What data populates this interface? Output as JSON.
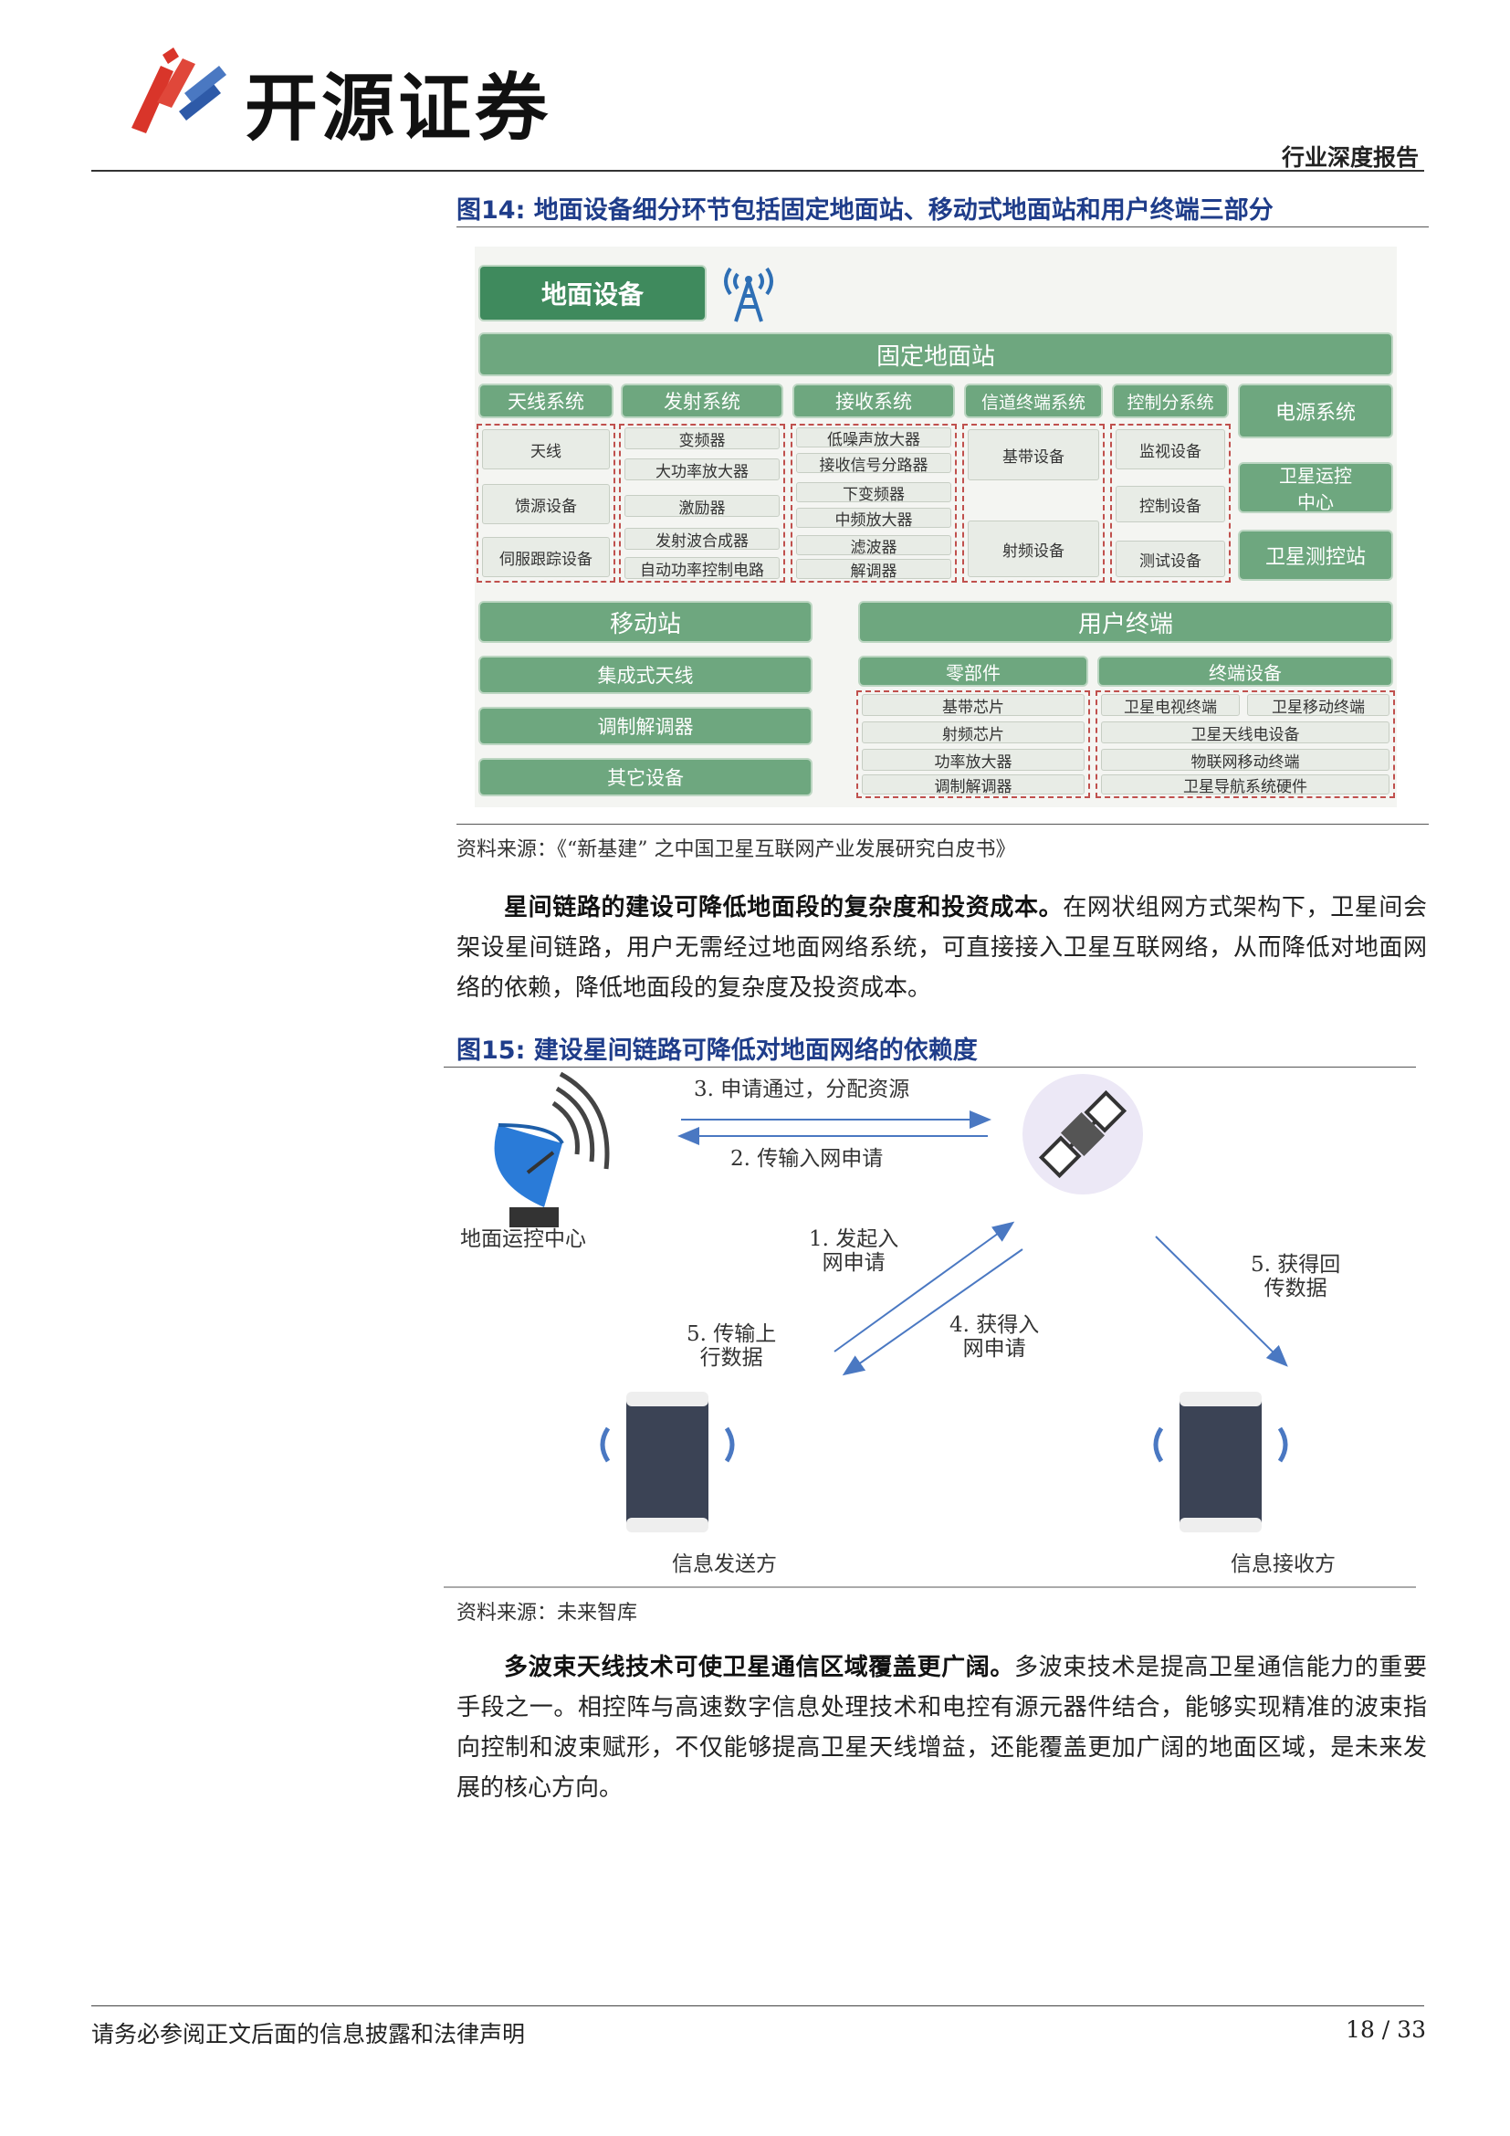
{
  "header": {
    "brand": "开源证券",
    "report_type": "行业深度报告"
  },
  "figure14": {
    "title": "图14:  地面设备细分环节包括固定地面站、移动式地面站和用户终端三部分",
    "root": "地面设备",
    "fixed_station": "固定地面站",
    "columns": [
      {
        "header": "天线系统",
        "items": [
          "天线",
          "馈源设备",
          "伺服跟踪设备"
        ]
      },
      {
        "header": "发射系统",
        "items": [
          "变频器",
          "大功率放大器",
          "激励器",
          "发射波合成器",
          "自动功率控制电路"
        ]
      },
      {
        "header": "接收系统",
        "items": [
          "低噪声放大器",
          "接收信号分路器",
          "下变频器",
          "中频放大器",
          "滤波器",
          "解调器"
        ]
      },
      {
        "header": "信道终端系统",
        "items": [
          "基带设备",
          "射频设备"
        ]
      },
      {
        "header": "控制分系统",
        "items": [
          "监视设备",
          "控制设备",
          "测试设备"
        ]
      }
    ],
    "right_column": [
      "电源系统",
      "卫星运控中心",
      "卫星测控站"
    ],
    "mobile_station": {
      "header": "移动站",
      "items": [
        "集成式天线",
        "调制解调器",
        "其它设备"
      ]
    },
    "user_terminal": {
      "header": "用户终端",
      "parts": {
        "header": "零部件",
        "items": [
          "基带芯片",
          "射频芯片",
          "功率放大器",
          "调制解调器"
        ]
      },
      "terminals": {
        "header": "终端设备",
        "items": [
          "卫星电视终端",
          "卫星移动终端",
          "卫星天线电设备",
          "物联网移动终端",
          "卫星导航系统硬件"
        ]
      }
    },
    "source": "资料来源：《“新基建” 之中国卫星互联网产业发展研究白皮书》"
  },
  "para1": {
    "bold": "星间链路的建设可降低地面段的复杂度和投资成本。",
    "text": "在网状组网方式架构下，卫星间会架设星间链路，用户无需经过地面网络系统，可直接接入卫星互联网络，从而降低对地面网络的依赖，降低地面段的复杂度及投资成本。"
  },
  "figure15": {
    "title": "图15:  建设星间链路可降低对地面网络的依赖度",
    "step3": "3. 申请通过，分配资源",
    "step2": "2. 传输入网申请",
    "ground_center": "地面运控中心",
    "step1_a": "1. 发起入",
    "step1_b": "网申请",
    "step4_a": "4. 获得入",
    "step4_b": "网申请",
    "step5u_a": "5. 传输上",
    "step5u_b": "行数据",
    "step5d_a": "5. 获得回",
    "step5d_b": "传数据",
    "sender": "信息发送方",
    "receiver": "信息接收方",
    "source": "资料来源：未来智库"
  },
  "para2": {
    "bold": "多波束天线技术可使卫星通信区域覆盖更广阔。",
    "text": "多波束技术是提高卫星通信能力的重要手段之一。相控阵与高速数字信息处理技术和电控有源元器件结合，能够实现精准的波束指向控制和波束赋形，不仅能够提高卫星天线增益，还能覆盖更加广阔的地面区域，是未来发展的核心方向。"
  },
  "footer": {
    "disclaimer": "请务必参阅正文后面的信息披露和法律声明",
    "page": "18 / 33"
  },
  "colors": {
    "title_blue": "#1f3d8a",
    "logo_red": "#d9352a",
    "logo_blue": "#2e5aa8",
    "box_green": "#6ea77f"
  }
}
